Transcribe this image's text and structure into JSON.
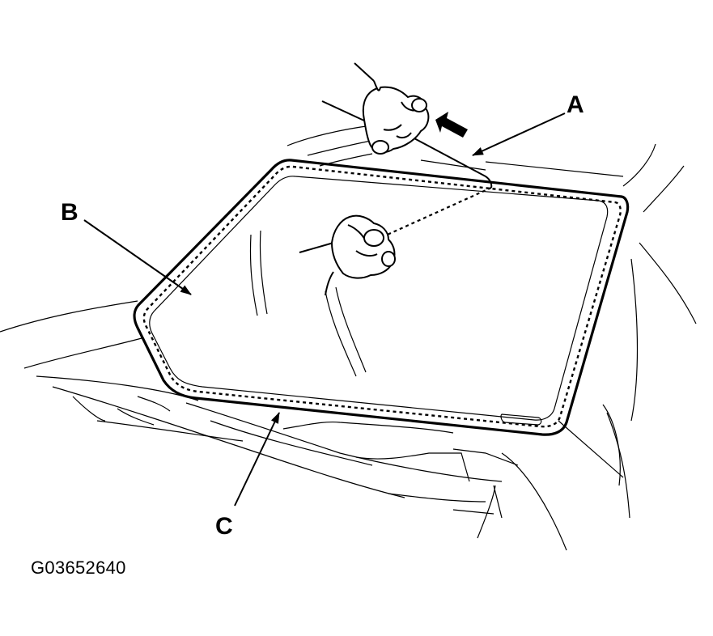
{
  "callouts": {
    "a": "A",
    "b": "B",
    "c": "C"
  },
  "figure_id": "G03652640",
  "colors": {
    "line": "#000000",
    "background": "#ffffff"
  },
  "icons": [
    "hand-icon",
    "direction-arrow-icon"
  ]
}
